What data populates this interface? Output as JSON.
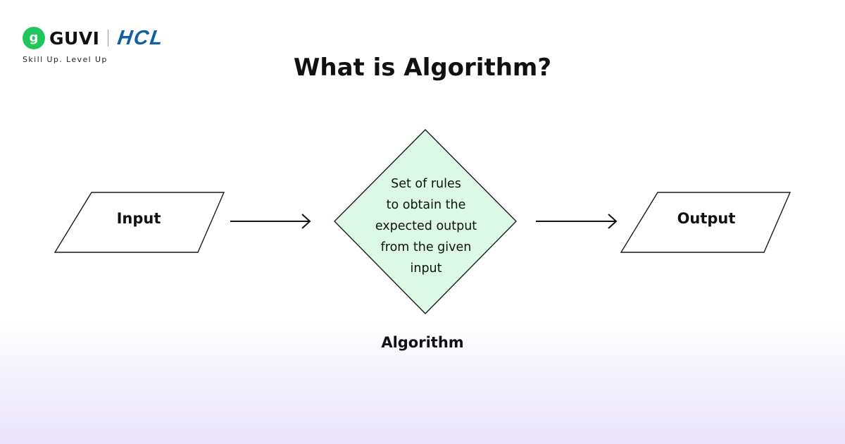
{
  "brand": {
    "badge_letter": "g",
    "name": "GUVI",
    "partner": "HCL",
    "tagline": "Skill Up. Level Up"
  },
  "title": "What is Algorithm?",
  "diagram": {
    "input_label": "Input",
    "output_label": "Output",
    "algorithm_lines": [
      "Set of rules",
      "to obtain the",
      "expected output",
      "from the given",
      "input"
    ],
    "algorithm_caption": "Algorithm"
  },
  "colors": {
    "decision_fill": "#dcf8e6",
    "brand_green": "#21c55d",
    "hcl_blue": "#0f5fa8",
    "gradient_bottom": "#e9e3fb"
  }
}
